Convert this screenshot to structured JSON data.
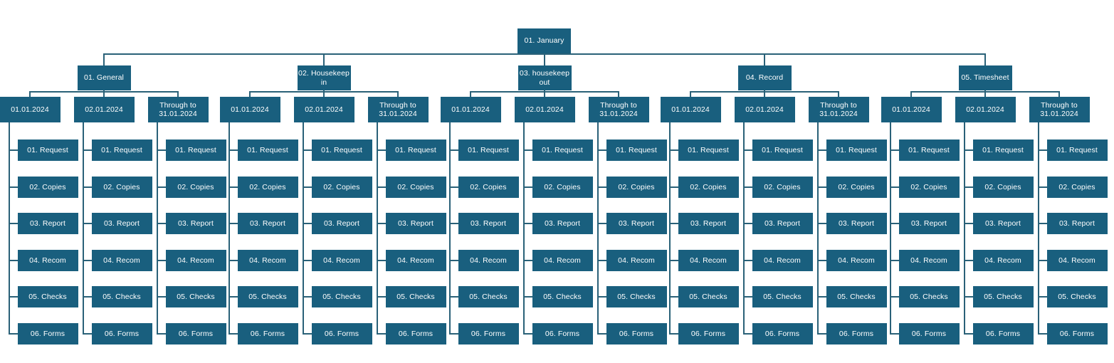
{
  "diagram": {
    "title": "01. January",
    "type": "org-tree",
    "colors": {
      "node_fill": "#195f7e",
      "node_text": "#ffffff",
      "connector": "#2a6178",
      "background": "#ffffff"
    },
    "root": {
      "label": "01. January"
    },
    "date_columns": [
      {
        "label": "01.01.2024"
      },
      {
        "label": "02.01.2024"
      },
      {
        "label": "Through to\n31.01.2024"
      }
    ],
    "leaf_items": [
      {
        "label": "01. Request"
      },
      {
        "label": "02. Copies"
      },
      {
        "label": "03. Report"
      },
      {
        "label": "04. Recom"
      },
      {
        "label": "05. Checks"
      },
      {
        "label": "06. Forms"
      }
    ],
    "groups": [
      {
        "label": "01. General"
      },
      {
        "label": "02. Housekeep\nin"
      },
      {
        "label": "03. housekeep\nout"
      },
      {
        "label": "04. Record"
      },
      {
        "label": "05. Timesheet"
      }
    ]
  }
}
